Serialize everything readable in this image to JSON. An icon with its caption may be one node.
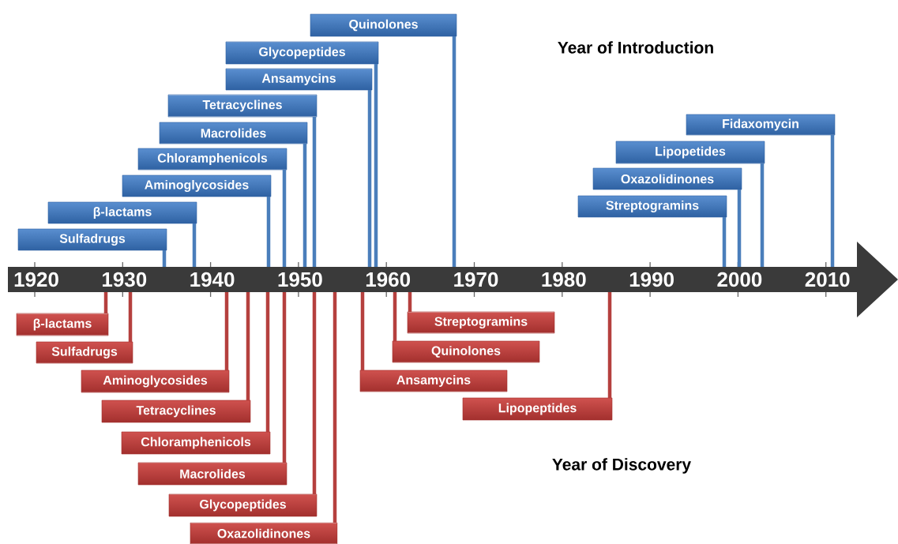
{
  "diagram": {
    "nodes": [
      {
        "text": [
          "Quinolones"
        ]
      },
      {
        "text": [
          "Glycopeptides"
        ]
      },
      {
        "text": [
          "Ansamycins"
        ]
      },
      {
        "text": [
          "Tetracyclines"
        ]
      },
      {
        "text": [
          "Fidaxomycin"
        ]
      },
      {
        "text": [
          "Macrolides"
        ]
      },
      {
        "text": [
          "Lipopetides"
        ]
      },
      {
        "text": [
          "Chloramphenicols"
        ]
      },
      {
        "text": [
          "Oxazolidinones"
        ]
      },
      {
        "text": [
          "Aminoglycosides"
        ]
      },
      {
        "text": [
          "Streptogramins"
        ]
      },
      {
        "text": [
          "β-lactams"
        ]
      },
      {
        "text": [
          "Sulfadrugs"
        ]
      },
      {
        "text": [],
        "shape": "arrow"
      },
      {
        "text": [
          "β-lactams"
        ]
      },
      {
        "text": [
          "Ansamycins"
        ]
      },
      {
        "text": [
          "Sulfadrugs"
        ]
      },
      {
        "text": [
          "Quinolones"
        ]
      },
      {
        "text": [
          "Aminoglycosides"
        ]
      },
      {
        "text": [
          "Streptogramins"
        ]
      },
      {
        "text": [
          "Tetracyclines"
        ]
      },
      {
        "text": [
          "Lipopeptides"
        ]
      },
      {
        "text": [
          "Chloramphenicols"
        ]
      },
      {
        "text": [
          "Macrolides"
        ]
      },
      {
        "text": [
          "Glycopeptides"
        ]
      },
      {
        "text": [
          "Oxazolidinones"
        ]
      }
    ],
    "edges": [
      {
        "from": 0,
        "to": 13,
        "arrow": "none"
      },
      {
        "from": 1,
        "to": 13,
        "arrow": "none"
      },
      {
        "from": 2,
        "to": 13,
        "arrow": "none"
      },
      {
        "from": 3,
        "to": 13,
        "arrow": "none"
      },
      {
        "from": 4,
        "to": 13,
        "arrow": "none"
      },
      {
        "from": 5,
        "to": 13,
        "arrow": "none"
      },
      {
        "from": 6,
        "to": 13,
        "arrow": "none"
      },
      {
        "from": 7,
        "to": 13,
        "arrow": "none"
      },
      {
        "from": 8,
        "to": 13,
        "arrow": "none"
      },
      {
        "from": 9,
        "to": 13,
        "arrow": "none"
      },
      {
        "from": 10,
        "to": 13,
        "arrow": "none"
      },
      {
        "from": 11,
        "to": 13,
        "arrow": "none"
      },
      {
        "from": 12,
        "to": 13,
        "arrow": "none"
      },
      {
        "from": 14,
        "to": 13,
        "arrow": "none",
        "color": "#b5403e"
      },
      {
        "from": 15,
        "to": 13,
        "arrow": "none",
        "color": "#b5403e"
      },
      {
        "from": 16,
        "to": 13,
        "arrow": "none",
        "color": "#b5403e"
      },
      {
        "from": 17,
        "to": 13,
        "arrow": "none",
        "color": "#b5403e"
      },
      {
        "from": 18,
        "to": 13,
        "arrow": "none",
        "color": "#b5403e"
      },
      {
        "from": 19,
        "to": 13,
        "arrow": "none",
        "color": "#b5403e"
      },
      {
        "from": 20,
        "to": 13,
        "arrow": "none",
        "color": "#b5403e"
      },
      {
        "from": 21,
        "to": 13,
        "arrow": "none",
        "color": "#b5403e"
      },
      {
        "from": 22,
        "to": 13,
        "arrow": "none",
        "color": "#b5403e"
      },
      {
        "from": 23,
        "to": 13,
        "arrow": "none",
        "color": "#b5403e"
      },
      {
        "from": 24,
        "to": 13,
        "arrow": "none",
        "color": "#b5403e"
      },
      {
        "from": 25,
        "to": 13,
        "arrow": "none",
        "color": "#b5403e"
      }
    ],
    "labels": [
      "Year of Introduction",
      "1920",
      "1930",
      "1940",
      "1950",
      "1960",
      "1970",
      "1980",
      "1990",
      "2000",
      "2010",
      "Year of Discovery"
    ]
  }
}
